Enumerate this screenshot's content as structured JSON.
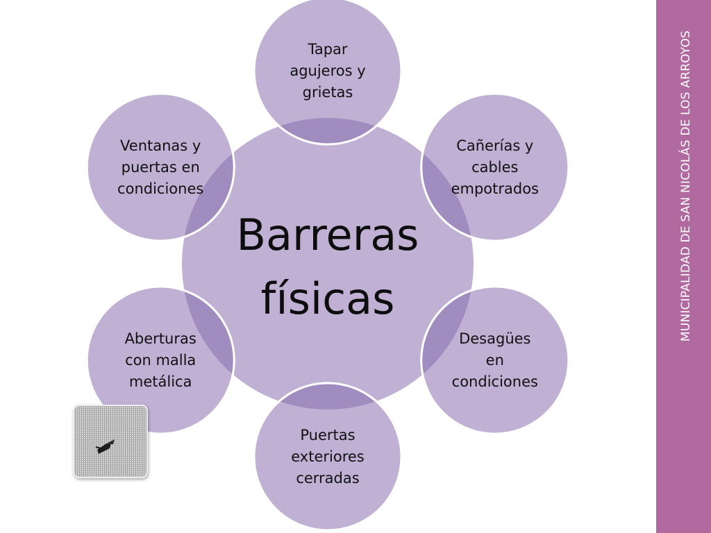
{
  "diagram": {
    "center": {
      "lines": [
        "Barreras",
        "físicas"
      ]
    },
    "nodes": [
      {
        "id": "tapar-agujeros",
        "lines": [
          "Tapar",
          "agujeros y",
          "grietas"
        ]
      },
      {
        "id": "canerias-cables",
        "lines": [
          "Cañerías y",
          "cables",
          "empotrados"
        ]
      },
      {
        "id": "desagues",
        "lines": [
          "Desagües",
          "en",
          "condiciones"
        ]
      },
      {
        "id": "puertas-exteriores",
        "lines": [
          "Puertas",
          "exteriores",
          "cerradas"
        ]
      },
      {
        "id": "aberturas-malla",
        "lines": [
          "Aberturas",
          "con malla",
          "metálica"
        ]
      },
      {
        "id": "ventanas-puertas",
        "lines": [
          "Ventanas y",
          "puertas en",
          "condiciones"
        ]
      }
    ]
  },
  "sidebar": {
    "text": "MUNICIPALIDAD DE SAN NICOLÁS DE LOS ARROYOS"
  },
  "colors": {
    "circle_fill": "#bfb0d4",
    "overlap_fill": "#a08cbf",
    "circle_stroke": "#ffffff",
    "sidebar": "#b06aa0"
  },
  "image": {
    "icon": "mesh-screen-with-fly-icon"
  }
}
